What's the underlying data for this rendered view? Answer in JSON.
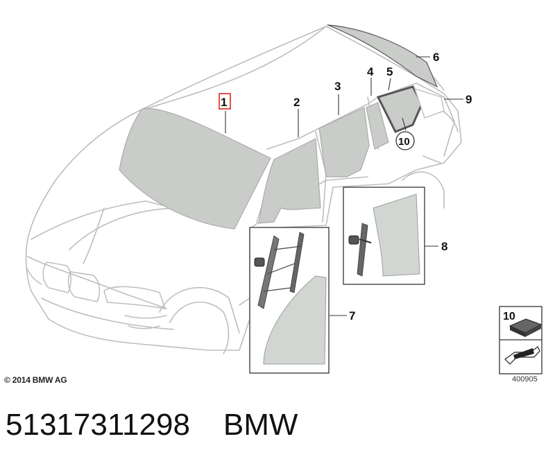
{
  "diagram": {
    "callouts": [
      {
        "id": "1",
        "label": "1",
        "highlighted": true
      },
      {
        "id": "2",
        "label": "2"
      },
      {
        "id": "3",
        "label": "3"
      },
      {
        "id": "4",
        "label": "4"
      },
      {
        "id": "5",
        "label": "5"
      },
      {
        "id": "6",
        "label": "6"
      },
      {
        "id": "7",
        "label": "7"
      },
      {
        "id": "8",
        "label": "8"
      },
      {
        "id": "9",
        "label": "9"
      },
      {
        "id": "10",
        "label": "10",
        "circled": true
      }
    ],
    "legend_box": {
      "label": "10"
    },
    "copyright": "© 2014 BMW AG",
    "reference_number": "400905",
    "colors": {
      "outline": "#bdbdbd",
      "glass": "#c9ccc9",
      "highlight": "#e0261b",
      "text": "#111111"
    }
  },
  "part": {
    "number": "51317311298",
    "brand": "BMW"
  }
}
